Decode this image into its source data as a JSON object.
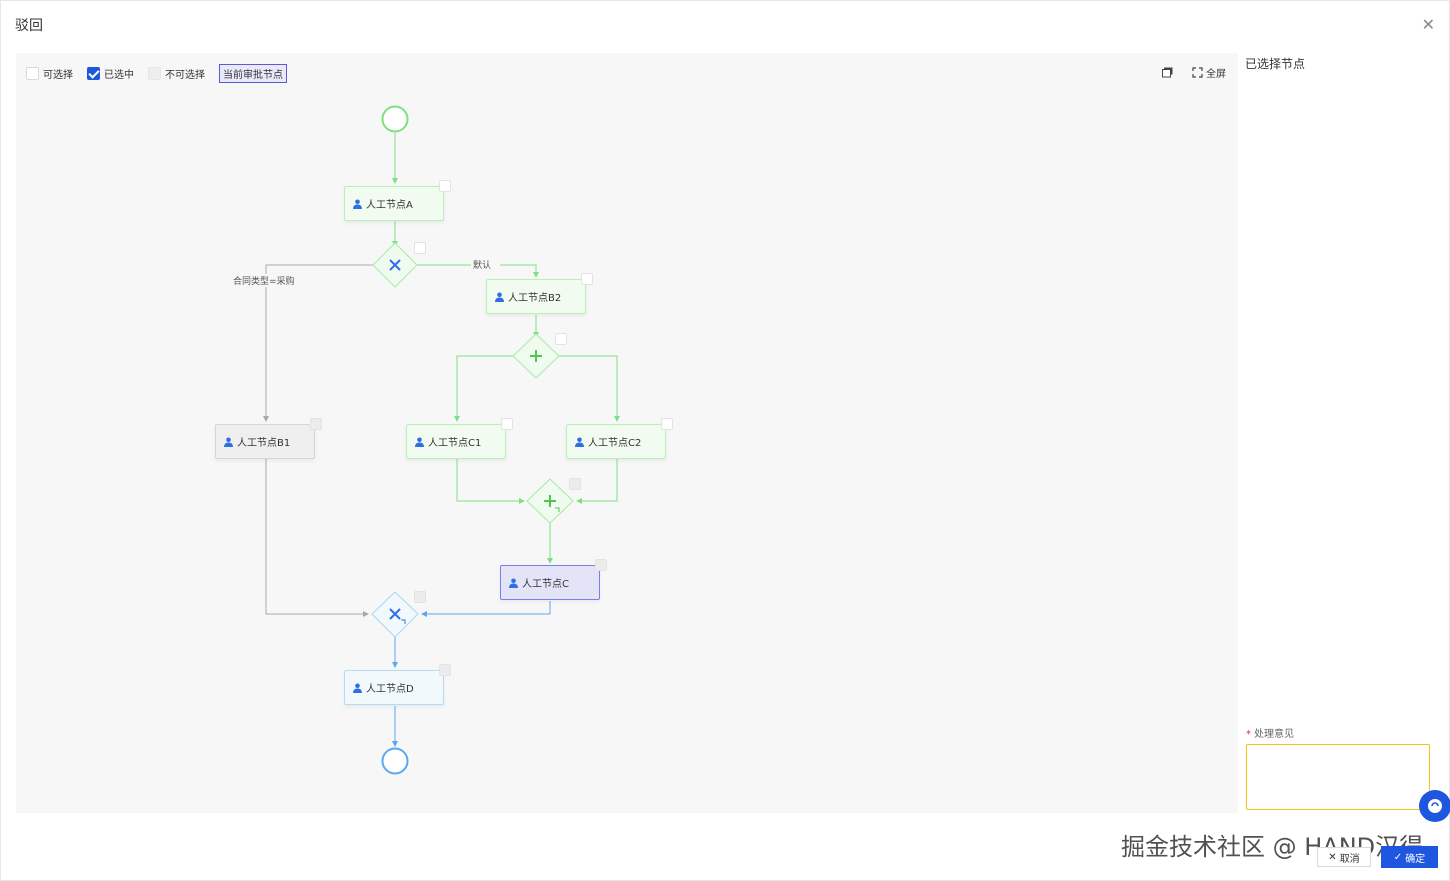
{
  "dialog": {
    "title": "驳回",
    "close_icon": "close-icon"
  },
  "legend": {
    "selectable": "可选择",
    "selected": "已选中",
    "not_selectable": "不可选择",
    "current_node": "当前审批节点"
  },
  "toolbar": {
    "fullscreen_label": "全屏"
  },
  "nodes": {
    "a": "人工节点A",
    "b1": "人工节点B1",
    "b2": "人工节点B2",
    "c1": "人工节点C1",
    "c2": "人工节点C2",
    "c": "人工节点C",
    "d": "人工节点D"
  },
  "edge_labels": {
    "condition": "合同类型=采购",
    "default": "默认"
  },
  "side": {
    "selected_nodes_title": "已选择节点"
  },
  "opinion": {
    "required_mark": "*",
    "label": "处理意见",
    "value": "",
    "placeholder": ""
  },
  "footer": {
    "cancel_label": "取消",
    "ok_label": "确定"
  },
  "watermark": "掘金技术社区 @ HAND汉得",
  "colors": {
    "primary": "#1e56e0",
    "green_flow": "#7fe07f",
    "blue_flow": "#5aa9f0",
    "gray_flow": "#a8a8a8"
  }
}
